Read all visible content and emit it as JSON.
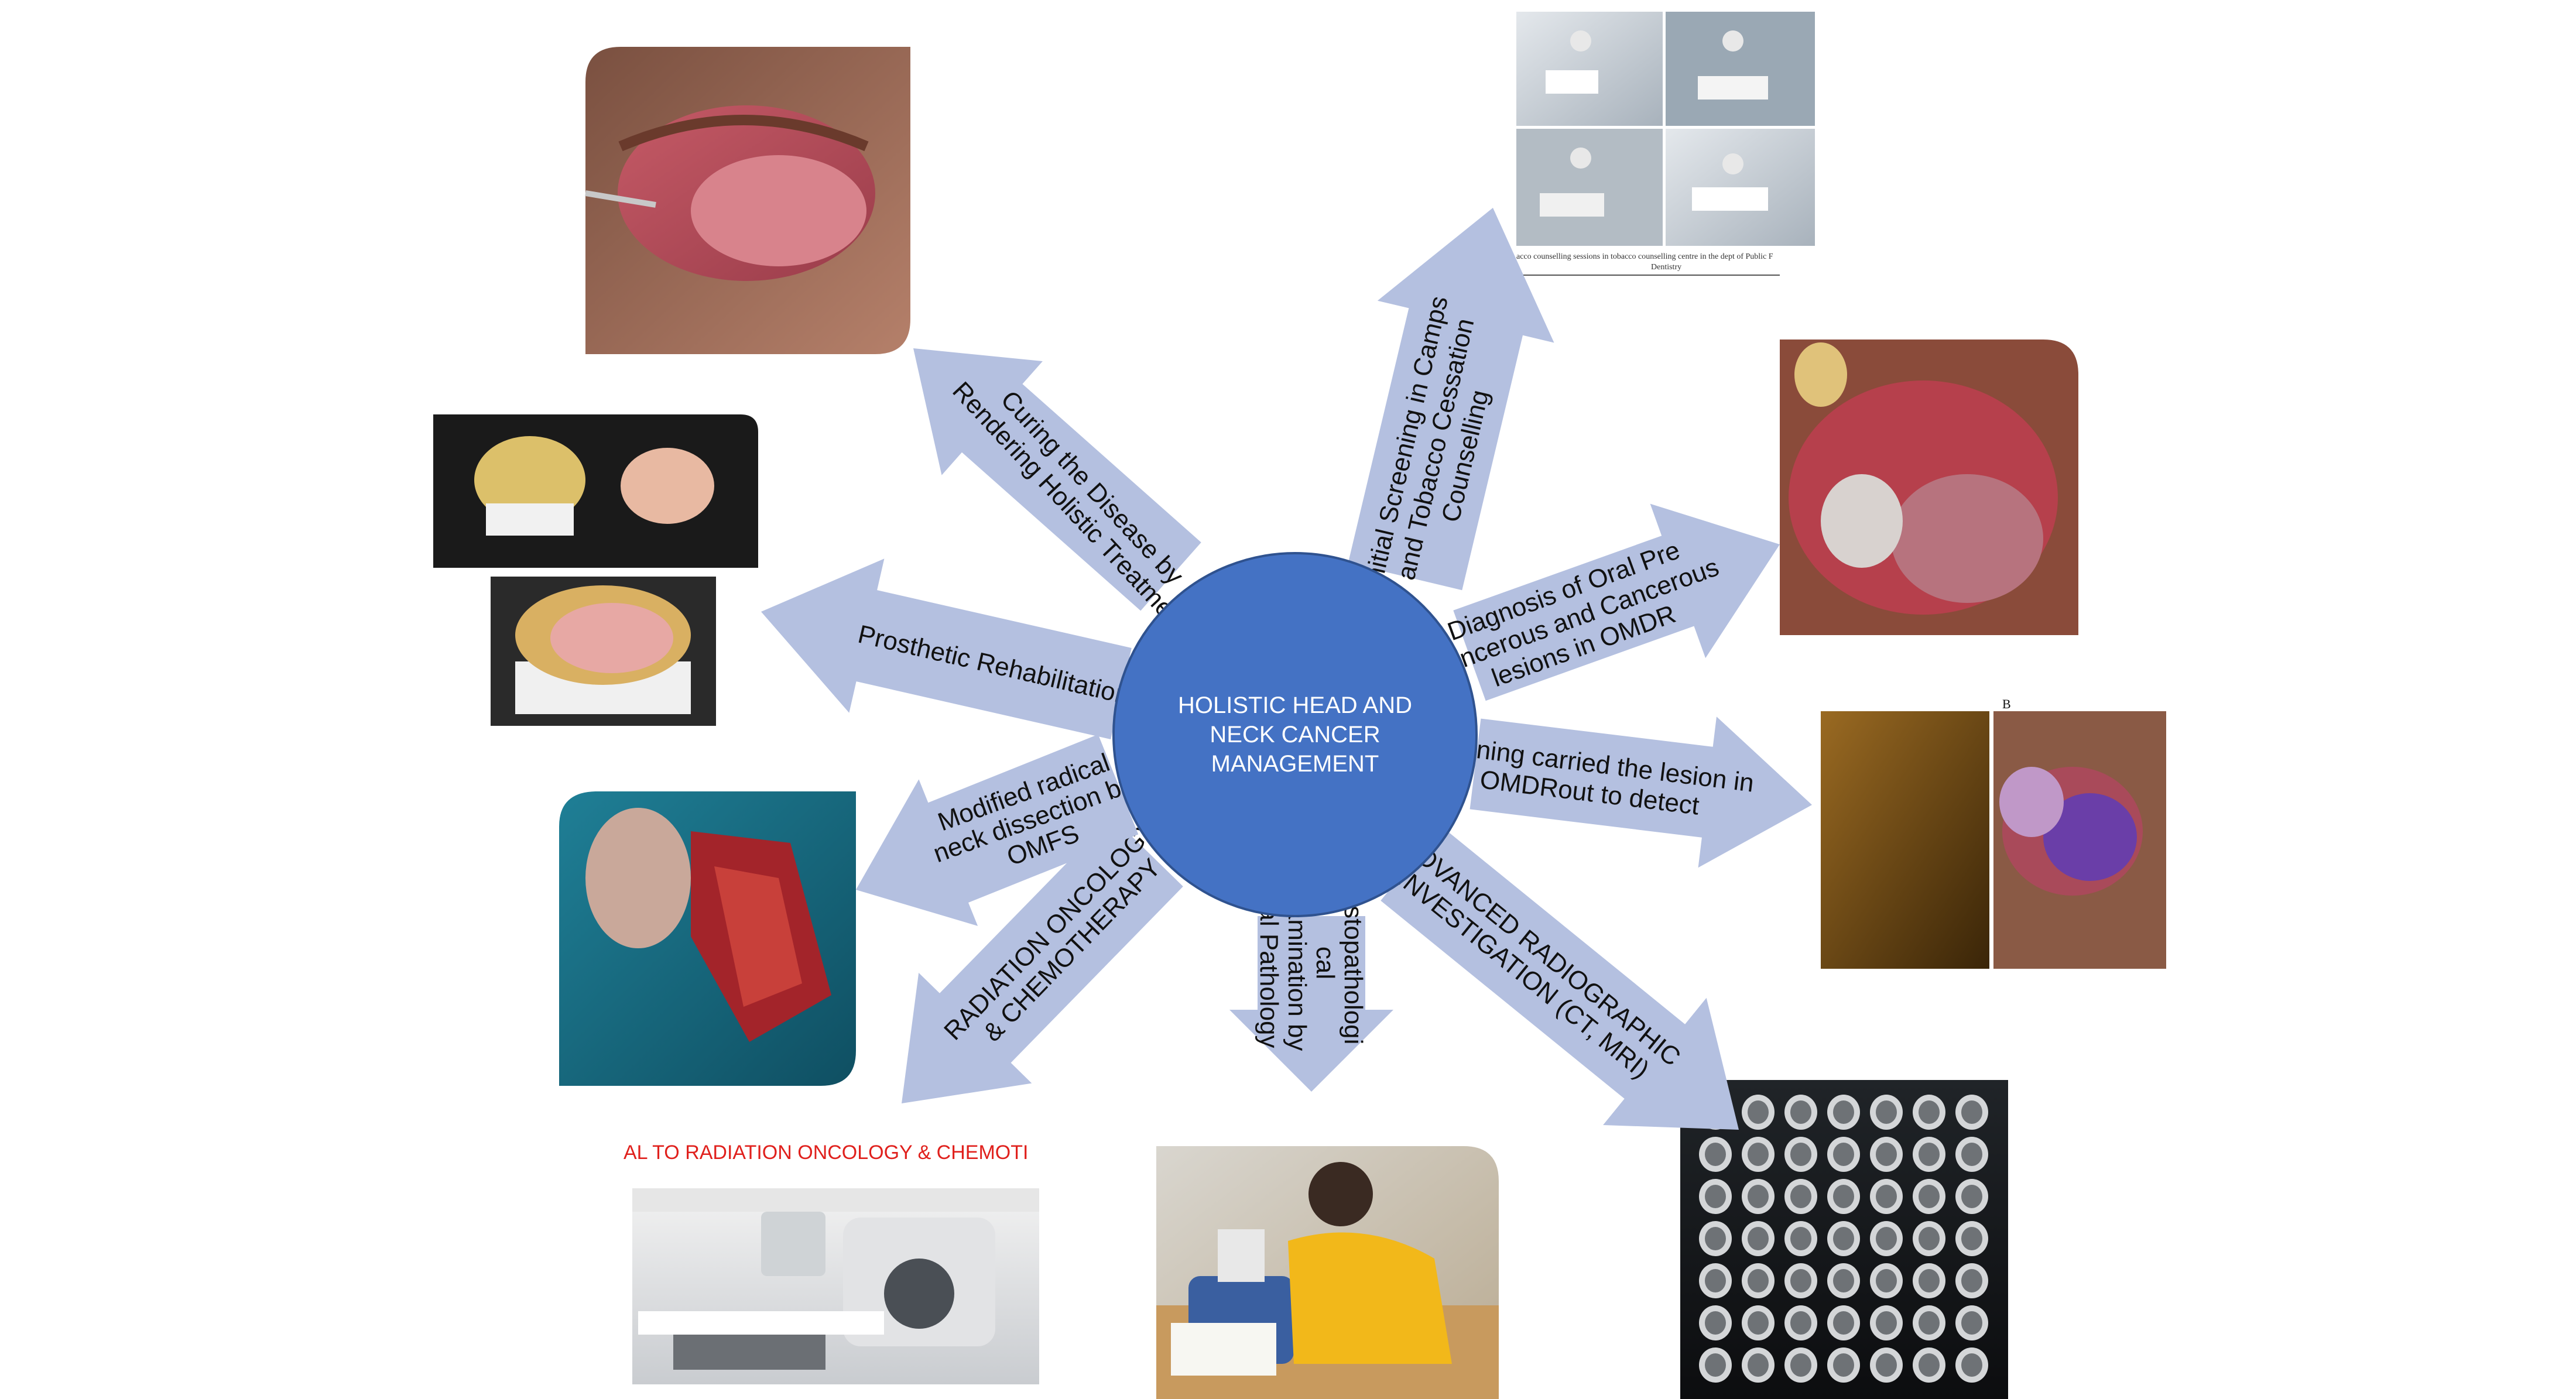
{
  "center": {
    "lines": [
      "HOLISTIC HEAD AND",
      "NECK CANCER",
      "MANAGEMENT"
    ],
    "color": "#4472C4"
  },
  "arrow_color": "#B4C0E0",
  "spokes": [
    {
      "id": "curing",
      "lines": [
        "Curing the Disease  by",
        "Rendering Holistic Treatment"
      ]
    },
    {
      "id": "screening",
      "lines": [
        "Initial Screening in Camps",
        "and Tobacco Cessation",
        "Counselling"
      ]
    },
    {
      "id": "diagnosis",
      "lines": [
        "Diagnosis of Oral Pre",
        "Cancerous and Cancerous",
        "lesions in OMDR"
      ]
    },
    {
      "id": "staining",
      "lines": [
        "Staining carried the lesion in",
        "OMDRout to detect"
      ]
    },
    {
      "id": "radiographic",
      "lines": [
        "ADVANCED RADIOGRAPHIC",
        "INVESTIGATION (CT, MRI)"
      ]
    },
    {
      "id": "histopath",
      "lines": [
        "Histopathologi",
        "cal",
        "Examination by",
        "Oral Pathology"
      ]
    },
    {
      "id": "radiation",
      "lines": [
        "RADIATION ONCOLOGY",
        "& CHEMOTHERAPY"
      ]
    },
    {
      "id": "neck-dissection",
      "lines": [
        "Modified radical",
        "neck dissection by",
        "OMFS"
      ]
    },
    {
      "id": "prosthetic",
      "lines": [
        "Prosthetic Rehabilitation"
      ]
    }
  ],
  "photo_texts": {
    "counselling_caption_1": "acco counselling  sessions in tobacco counselling  centre in the dept of Public  F",
    "counselling_caption_2": "Dentistry",
    "radiation_header": "AL TO RADIATION ONCOLOGY & CHEMOTI",
    "radiation_header_color": "#E0201C",
    "staining_letter": "B"
  }
}
